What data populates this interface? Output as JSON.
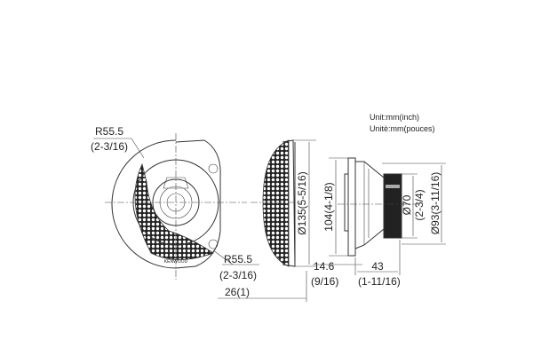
{
  "units": {
    "line1": "Unit:mm(inch)",
    "line2": "Unitè:mm(pouces)"
  },
  "front_view": {
    "radius_top": {
      "mm": "R55.5",
      "inch": "(2-3/16)"
    },
    "radius_bottom": {
      "mm": "R55.5",
      "inch": "(2-3/16)"
    },
    "grille_depth": "26(1)",
    "brand": "KENWOOD"
  },
  "side_view": {
    "grille_diameter": "Ø135(5-5/16)",
    "mount_depth": {
      "mm": "14.6",
      "inch": "(9/16)"
    }
  },
  "speaker_profile": {
    "mount_height": "104(4-1/8)",
    "depth": {
      "mm": "43",
      "inch": "(1-11/16)"
    },
    "magnet_diameter": {
      "mm": "Ø70",
      "inch": "(2-3/4)"
    },
    "cutout_diameter": "Ø93(3-11/16)"
  }
}
